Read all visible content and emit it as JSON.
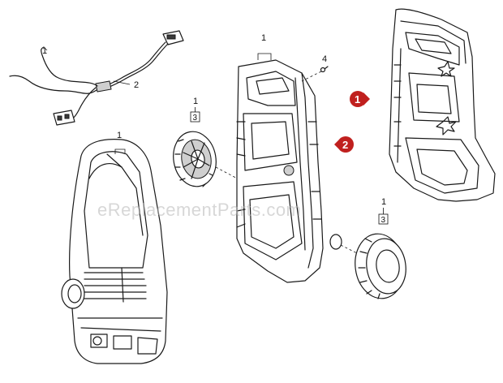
{
  "watermark": "eReplacementParts.com",
  "callouts": {
    "cable_label": "1",
    "cable_part": "2",
    "housing_front": "1",
    "wheel_left_top": "1",
    "wheel_left_box": "3",
    "frame_top": "1",
    "frame_screw": "4",
    "wheel_right_top": "1",
    "wheel_right_box": "3"
  },
  "badges": {
    "view_1": "1",
    "view_2": "2"
  },
  "colors": {
    "badge": "#c0201e",
    "line": "#1a1a1a",
    "watermark": "#b8b8b8"
  }
}
